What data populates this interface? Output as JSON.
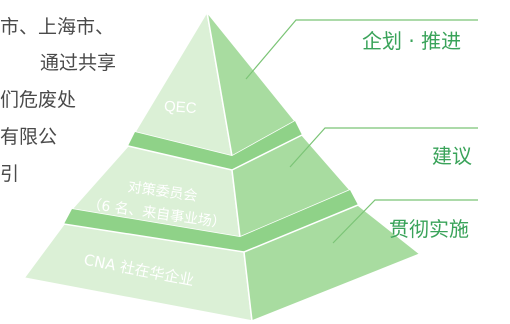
{
  "background_text": {
    "lines": [
      "市、上海市、",
      "通过共享",
      "们危废处",
      "有限公",
      "引"
    ]
  },
  "pyramid": {
    "top": {
      "label": "QEC"
    },
    "middle": {
      "line1": "对策委员会",
      "line2": "（6 名、来自事业场）"
    },
    "bottom": {
      "label": "CNA 社在华企业"
    }
  },
  "side_labels": {
    "top": "企划 · 推进",
    "middle": "建议",
    "bottom": "贯彻实施"
  },
  "colors": {
    "face_light": "#dbf0d6",
    "face_dark": "#a8dca0",
    "band": "#8fd288",
    "text_green": "#3aa35a",
    "line_green": "#7bc476",
    "face_text": "#ffffff"
  }
}
